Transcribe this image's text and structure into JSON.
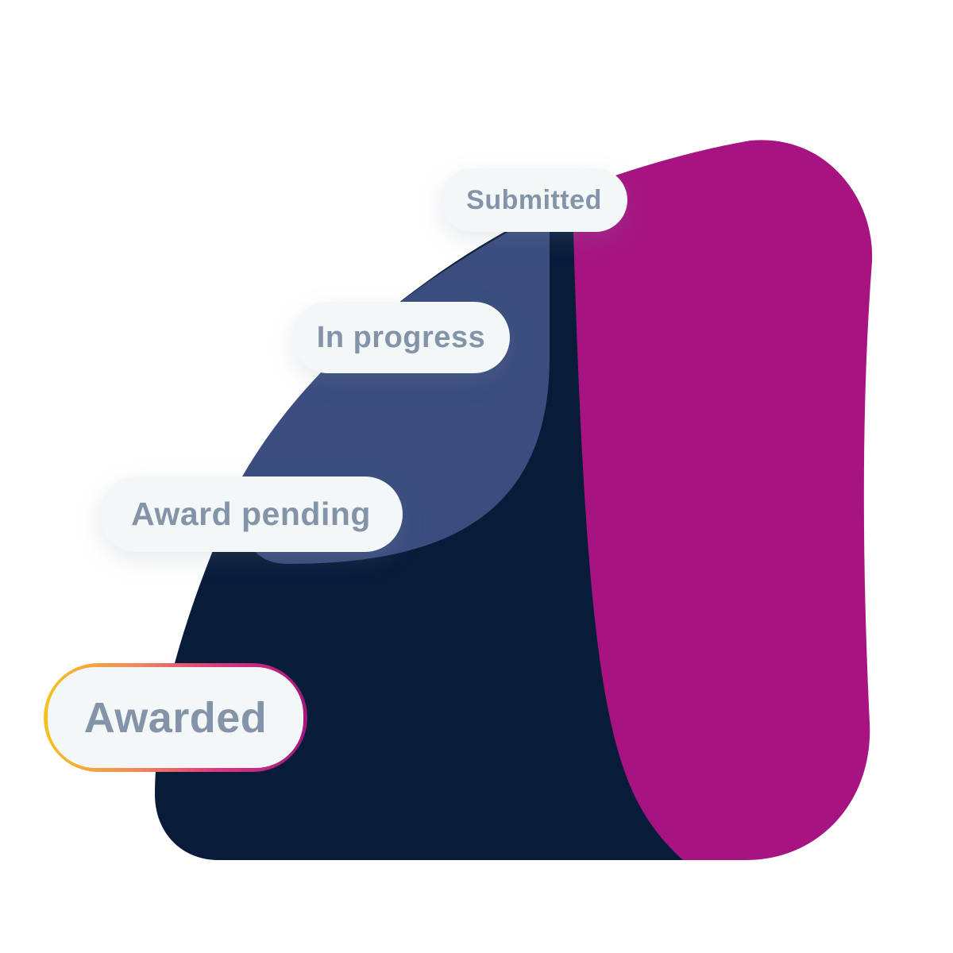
{
  "stages": [
    {
      "label": "Submitted"
    },
    {
      "label": "In progress"
    },
    {
      "label": "Award pending"
    },
    {
      "label": "Awarded",
      "highlighted": true
    }
  ],
  "colors": {
    "magenta": "#A71482",
    "navy": "#081C3A",
    "blue": "#3A4D7E",
    "pill_bg": "#F3F7F8",
    "pill_text": "#8494A8"
  }
}
